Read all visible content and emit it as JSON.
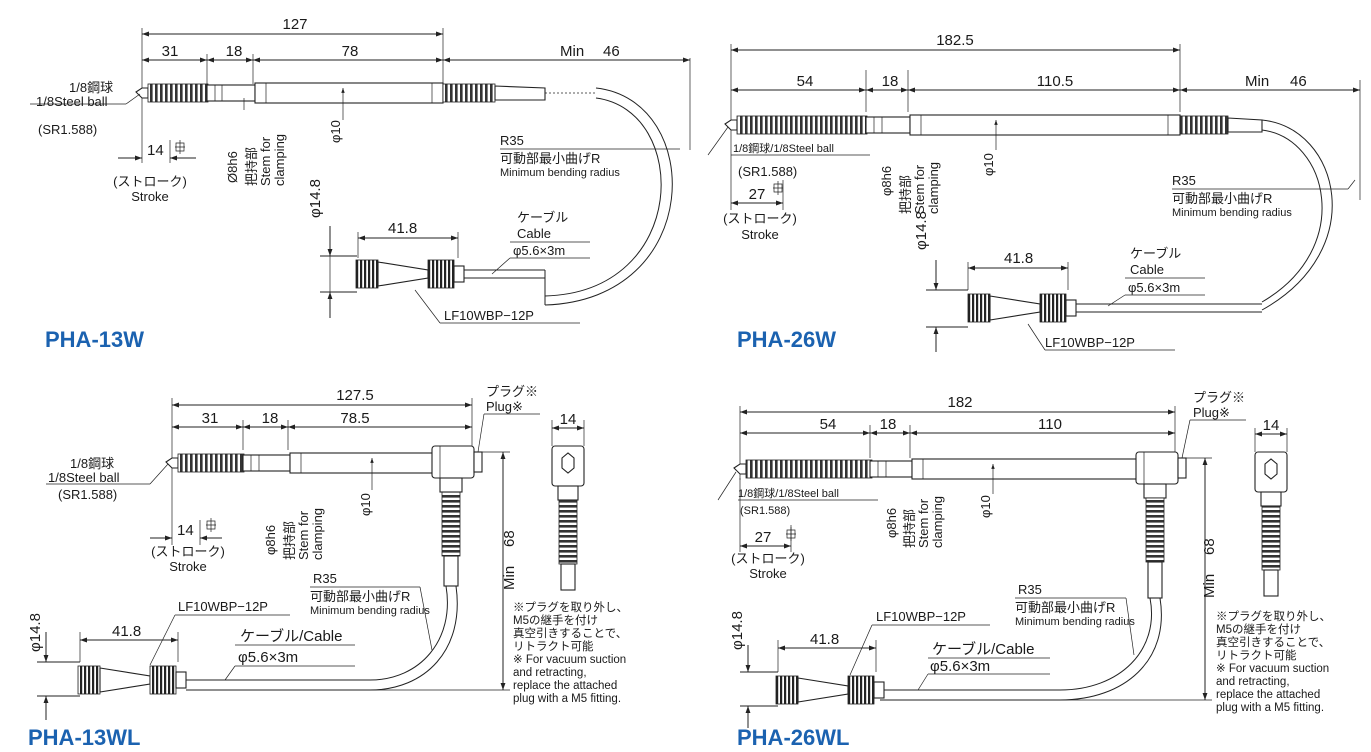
{
  "colors": {
    "model_title": "#1b62b0",
    "line": "#222222",
    "background": "#ffffff"
  },
  "common": {
    "steel_ball_ja": "1/8鋼球",
    "steel_ball_en": "1/8Steel ball",
    "steel_ball_combined": "1/8鋼球/1/8Steel ball",
    "sr": "(SR1.588)",
    "stroke_ja": "(ストローク)",
    "stroke_en": "Stroke",
    "stem_dia": "φ8h6",
    "stem_dia_alt": "Ø8h6",
    "stem_ja": "把持部",
    "stem_en1": "Stem for",
    "stem_en2": "clamping",
    "body_dia": "φ10",
    "radius": "R35",
    "radius_ja": "可動部最小曲げR",
    "radius_en": "Minimum bending radius",
    "cable_ja": "ケーブル",
    "cable_en": "Cable",
    "cable_combined": "ケーブル/Cable",
    "cable_spec": "φ5.6×3m",
    "connector": "LF10WBP−12P",
    "connector_dia": "φ14.8",
    "connector_len": "41.8",
    "min": "Min",
    "plug_ja": "プラグ※",
    "plug_en": "Plug※",
    "note_lines": [
      "※プラグを取り外し、",
      "M5の継手を付け",
      "真空引きすることで、",
      "リトラクト可能",
      "※ For vacuum suction",
      "and retracting,",
      "replace the attached",
      "plug with a M5 fitting."
    ]
  },
  "models": [
    {
      "name": "PHA-13W",
      "overall": "127",
      "d1": "31",
      "d2": "18",
      "d3": "78",
      "stroke": "14",
      "min_len": "46"
    },
    {
      "name": "PHA-26W",
      "overall": "182.5",
      "d1": "54",
      "d2": "18",
      "d3": "110.5",
      "stroke": "27",
      "min_len": "46"
    },
    {
      "name": "PHA-13WL",
      "overall": "127.5",
      "d1": "31",
      "d2": "18",
      "d3": "78.5",
      "stroke": "14",
      "min_len": "68",
      "plug_width": "14"
    },
    {
      "name": "PHA-26WL",
      "overall": "182",
      "d1": "54",
      "d2": "18",
      "d3": "110",
      "stroke": "27",
      "min_len": "68",
      "plug_width": "14"
    }
  ]
}
